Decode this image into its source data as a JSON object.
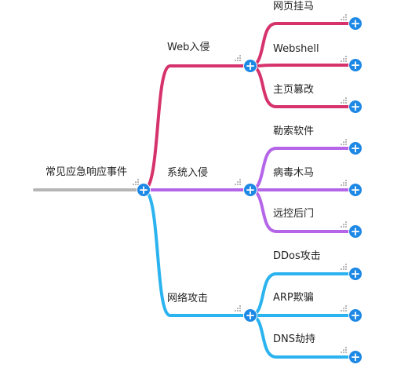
{
  "root": {
    "label": "常见应急响应事件",
    "expand_icon": "plus-circle-icon"
  },
  "branches": [
    {
      "label": "Web入侵",
      "color": "#d6336c",
      "children": [
        "网页挂马",
        "Webshell",
        "主页篡改"
      ]
    },
    {
      "label": "系统入侵",
      "color": "#b565e8",
      "children": [
        "勒索软件",
        "病毒木马",
        "远控后门"
      ]
    },
    {
      "label": "网络攻击",
      "color": "#2bb3ef",
      "children": [
        "DDos攻击",
        "ARP欺骗",
        "DNS劫持"
      ]
    }
  ],
  "colors": {
    "root_line": "#b5b5b5",
    "expand_button": "#1e88e5"
  },
  "icons": {
    "expand": "plus-circle-icon",
    "note": "dots-indicator-icon"
  }
}
